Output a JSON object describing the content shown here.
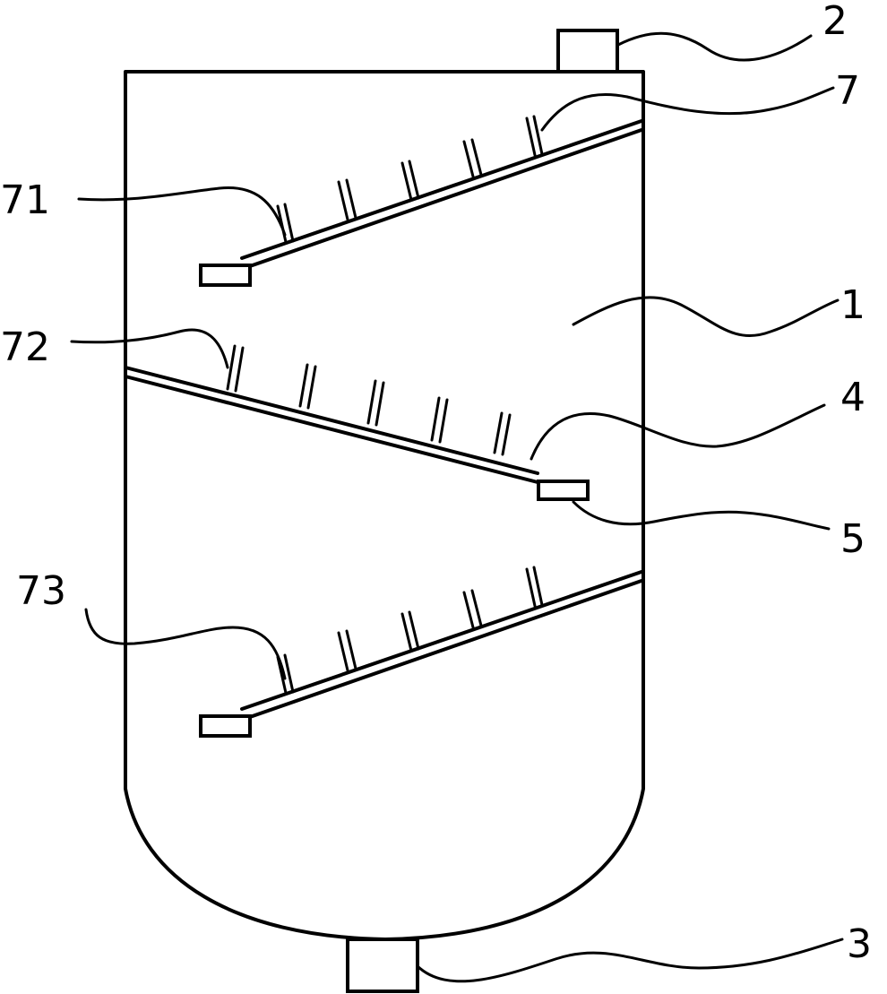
{
  "labels": {
    "body": "1",
    "inlet": "2",
    "outlet": "3",
    "baffle": "4",
    "baffle_end": "5",
    "nozzle_group": "7",
    "nozzle_row_1": "71",
    "nozzle_row_2": "72",
    "nozzle_row_3": "73"
  }
}
